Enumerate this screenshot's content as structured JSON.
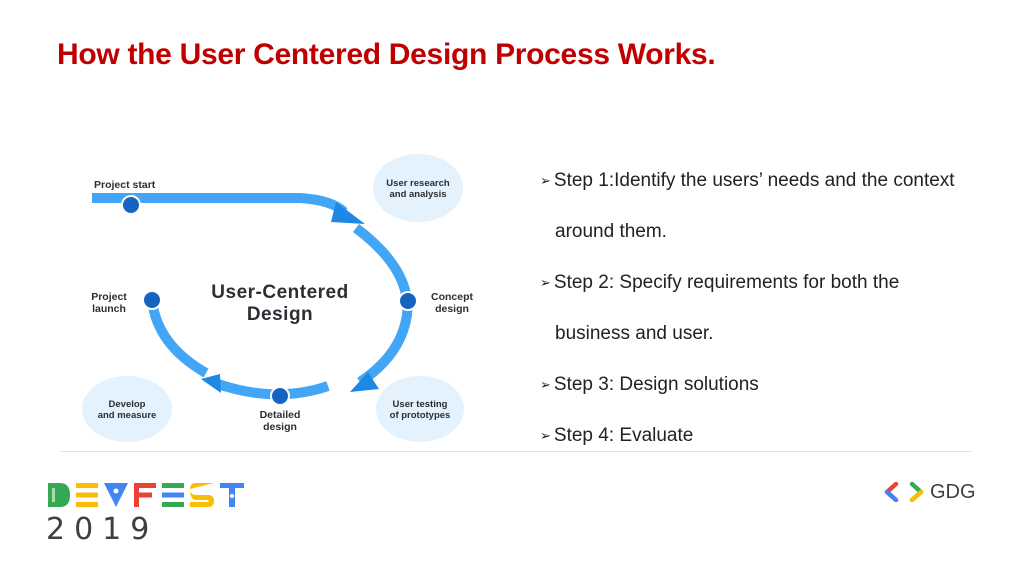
{
  "slide": {
    "title": "How the User Centered Design Process Works."
  },
  "diagram": {
    "center_title": [
      "User-Centered",
      "Design"
    ],
    "labels": {
      "project_start": [
        "Project start"
      ],
      "user_research": [
        "User research",
        "and analysis"
      ],
      "concept_design": [
        "Concept",
        "design"
      ],
      "user_testing": [
        "User testing",
        "of prototypes"
      ],
      "detailed_design": [
        "Detailed",
        "design"
      ],
      "develop_measure": [
        "Develop",
        "and measure"
      ],
      "project_launch": [
        "Project",
        "launch"
      ]
    },
    "colors": {
      "arrow": "#42a5f5",
      "node": "#1565c0",
      "blob": "#e3f2fd"
    }
  },
  "steps": [
    {
      "bullet": "➢",
      "lines": [
        "Step 1:Identify the users’ needs and the context",
        "around them."
      ]
    },
    {
      "bullet": "➢",
      "lines": [
        "Step 2: Specify requirements for both the",
        "business and user."
      ]
    },
    {
      "bullet": "➢",
      "lines": [
        "Step 3: Design solutions"
      ]
    },
    {
      "bullet": "➢",
      "lines": [
        "Step 4: Evaluate"
      ]
    }
  ],
  "footer": {
    "event_logo_icon": "devfest-logo",
    "year": "2019",
    "org_logo_icon": "gdg-chevrons-icon",
    "org_name": "GDG",
    "colors": {
      "blue": "#4285f4",
      "red": "#ea4335",
      "yellow": "#fbbc04",
      "green": "#34a853"
    }
  }
}
